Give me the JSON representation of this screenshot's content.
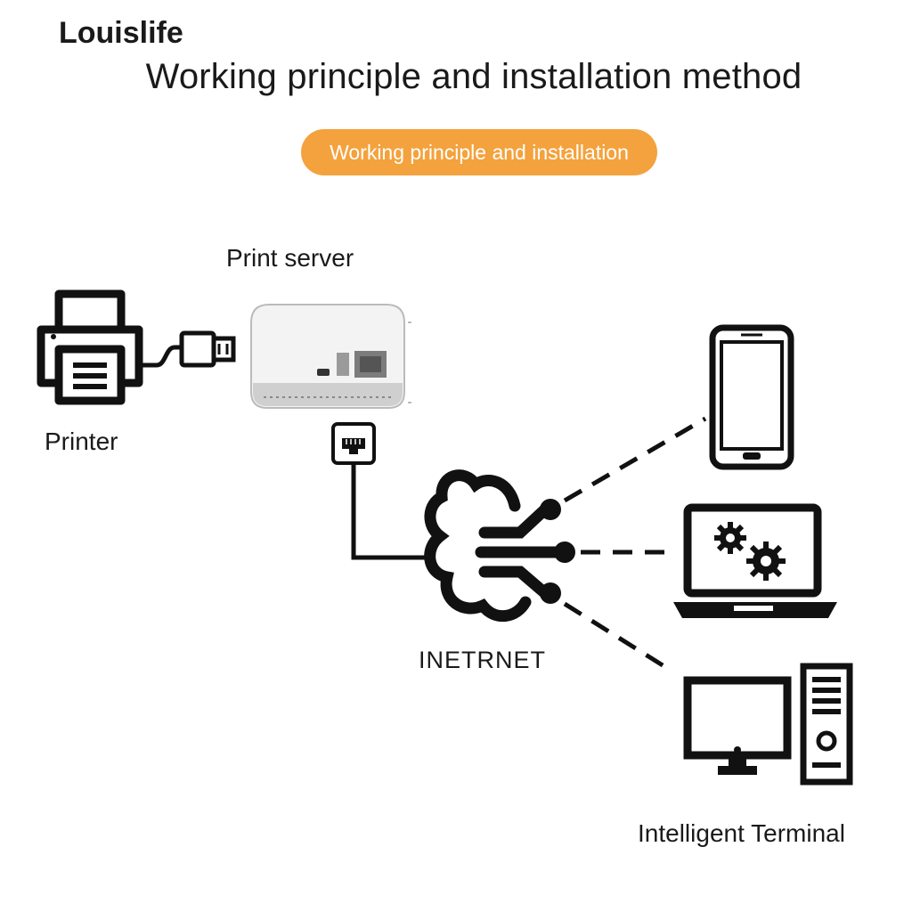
{
  "brand": "Louislife",
  "title": "Working principle and installation method",
  "badge": "Working principle and installation",
  "nodes": {
    "print_server": "Print server",
    "printer": "Printer",
    "internet": "INETRNET",
    "terminal": "Intelligent Terminal"
  },
  "colors": {
    "badge_bg": "#f4a23d",
    "badge_text": "#ffffff",
    "ink": "#111111"
  },
  "icons": [
    "printer-icon",
    "usb-plug-icon",
    "print-server-icon",
    "ethernet-port-icon",
    "cloud-network-icon",
    "smartphone-icon",
    "laptop-gears-icon",
    "desktop-computer-icon"
  ]
}
